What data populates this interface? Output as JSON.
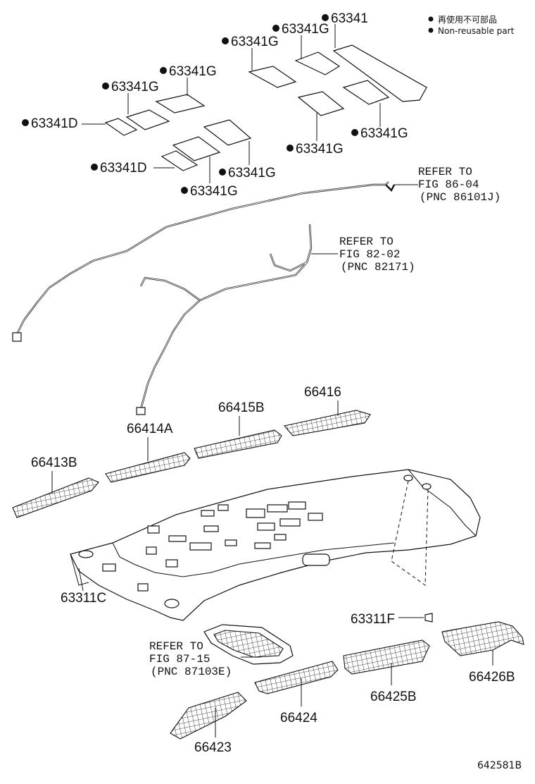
{
  "legend": {
    "line1": "再使用不可部品",
    "line2": "Non-reusable part"
  },
  "labels": {
    "p63341": "63341",
    "p63341g_a": "63341G",
    "p63341g_b": "63341G",
    "p63341g_c": "63341G",
    "p63341g_d": "63341G",
    "p63341d_a": "63341D",
    "p63341g_e": "63341G",
    "p63341g_f": "63341G",
    "p63341d_b": "63341D",
    "p63341g_g": "63341G",
    "p63341g_h": "63341G",
    "p66416": "66416",
    "p66415b": "66415B",
    "p66414a": "66414A",
    "p66413b": "66413B",
    "p63311c": "63311C",
    "p63311f": "63311F",
    "p66426b": "66426B",
    "p66425b": "66425B",
    "p66424": "66424",
    "p66423": "66423"
  },
  "refs": {
    "wire1": {
      "line1": "REFER TO",
      "line2": "FIG 86-04",
      "line3": "(PNC 86101J)"
    },
    "wire2": {
      "line1": "REFER TO",
      "line2": "FIG 82-02",
      "line3": "(PNC 82171)"
    },
    "lamp": {
      "line1": "REFER TO",
      "line2": "FIG 87-15",
      "line3": "(PNC 87103E)"
    }
  },
  "footer": {
    "code": "642581B"
  }
}
